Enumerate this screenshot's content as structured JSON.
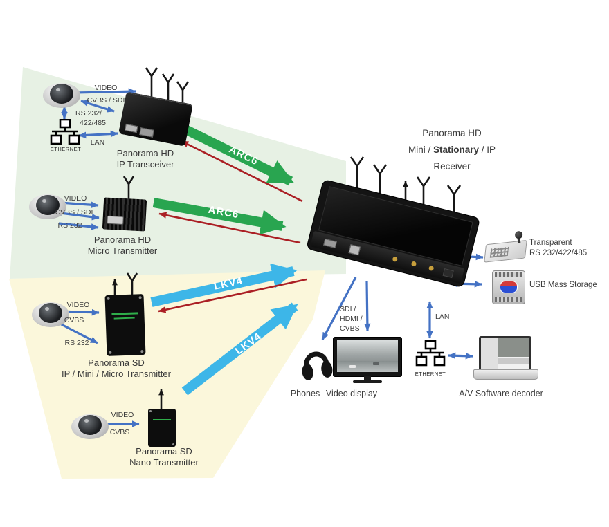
{
  "colors": {
    "hd_zone": "#e7f1e4",
    "sd_zone": "#fbf7db",
    "hd_link_arrow": "#29a550",
    "sd_link_arrow": "#3db6e8",
    "return_arrow": "#ab1f24",
    "cable_arrow": "#4472c4"
  },
  "labels": {
    "tx1": {
      "video": "VIDEO",
      "cvbs": "CVBS / SDI",
      "rs_line1": "RS 232/",
      "rs_line2": "422/485",
      "lan": "LAN",
      "ethernet": "ETHERNET",
      "name1": "Panorama HD",
      "name2": "IP Transceiver"
    },
    "tx2": {
      "video": "VIDEO",
      "cvbs": "CVBS / SDI",
      "rs": "RS 232",
      "name1": "Panorama HD",
      "name2": "Micro Transmitter"
    },
    "tx3": {
      "video": "VIDEO",
      "cvbs": "CVBS",
      "rs": "RS 232",
      "name1": "Panorama SD",
      "name2": "IP / Mini / Micro Transmitter"
    },
    "tx4": {
      "video": "VIDEO",
      "cvbs": "CVBS",
      "name1": "Panorama SD",
      "name2": "Nano Transmitter"
    },
    "rx": {
      "name1": "Panorama HD",
      "name2_pre": "Mini / ",
      "name2_bold": "Stationary",
      "name2_post": " / IP",
      "name3": "Receiver"
    },
    "links": {
      "hd": "ARC6",
      "sd": "LKV4"
    },
    "right": {
      "transparent_line1": "Transparent",
      "transparent_line2": "RS 232/422/485",
      "usb": "USB Mass Storage"
    },
    "bottom": {
      "out_line1": "SDI /",
      "out_line2": "HDMI /",
      "out_line3": "CVBS",
      "lan": "LAN",
      "ethernet": "ETHERNET",
      "phones": "Phones",
      "display": "Video display",
      "decoder": "A/V  Software decoder"
    }
  }
}
